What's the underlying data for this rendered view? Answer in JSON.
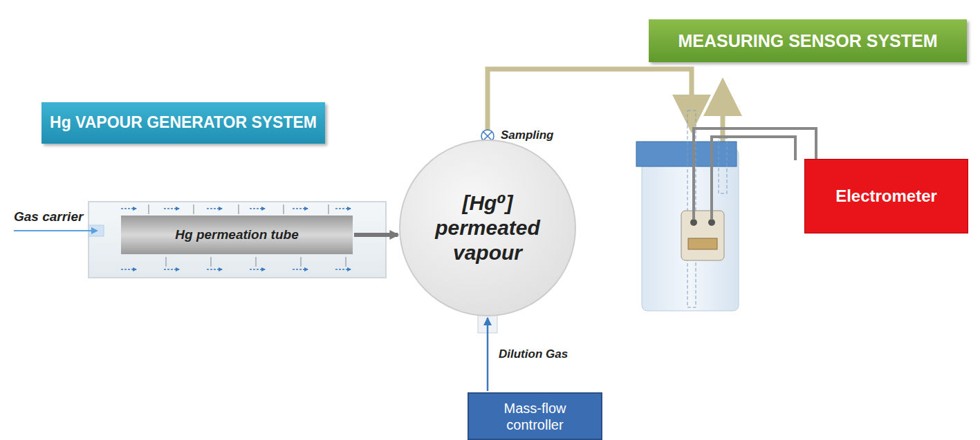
{
  "diagram": {
    "nodes": [
      {
        "text": [
          "MEASURING SENSOR SYSTEM"
        ]
      },
      {
        "text": [
          "Hg VAPOUR GENERATOR SYSTEM"
        ]
      },
      {
        "text": [
          "Hg permeation tube"
        ]
      },
      {
        "text": [
          "[Hg⁰] permeated vapour"
        ]
      },
      {
        "text": [
          "Electrometer"
        ]
      },
      {
        "text": [
          "Mass-flow controller"
        ]
      }
    ],
    "edges": [
      {
        "from": 2,
        "to": 3,
        "arrow": "to"
      },
      {
        "from": 5,
        "to": 3,
        "arrow": "to",
        "label": "Dilution Gas"
      }
    ],
    "labels": [
      "Gas carrier",
      "Sampling"
    ]
  }
}
